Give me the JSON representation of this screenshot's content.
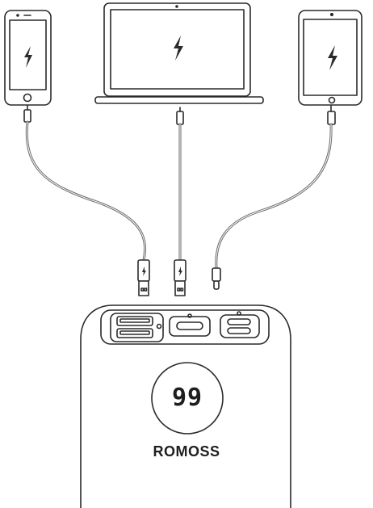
{
  "brand": {
    "name": "ROMOSS",
    "display_value": "99"
  },
  "colors": {
    "line": "#2a2a2a",
    "cable": "#6a6a6a",
    "background": "#ffffff"
  },
  "devices": [
    {
      "name": "phone",
      "icon": "lightning-bolt-icon"
    },
    {
      "name": "laptop",
      "icon": "lightning-bolt-icon"
    },
    {
      "name": "tablet",
      "icon": "lightning-bolt-icon"
    }
  ],
  "power_bank": {
    "ports": [
      "usb-a-1",
      "usb-a-2",
      "usb-c",
      "micro-usb",
      "lightning"
    ],
    "icons": [
      "power-icon",
      "lightning-bolt-icon"
    ]
  }
}
